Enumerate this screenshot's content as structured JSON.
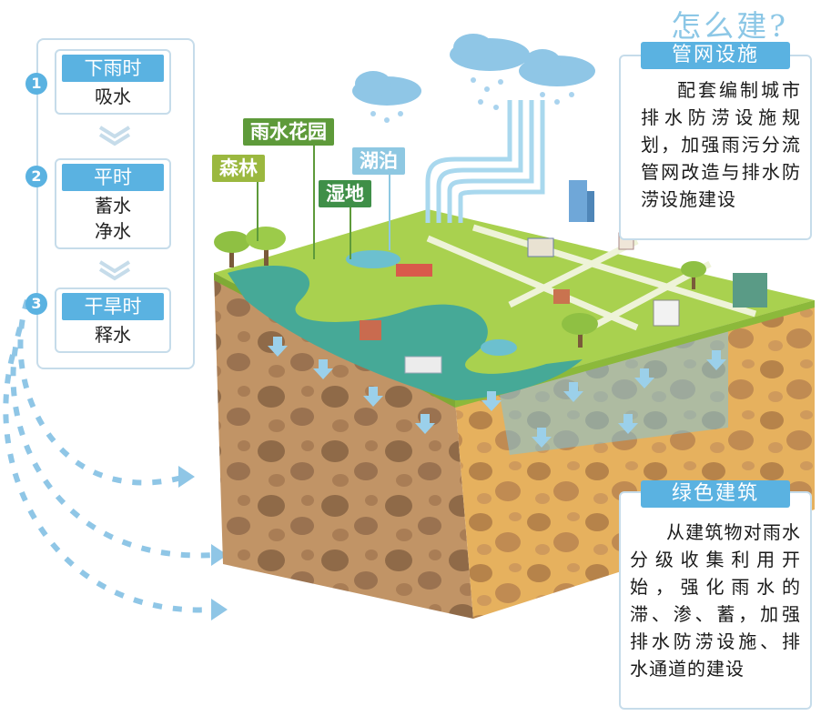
{
  "steps": [
    {
      "num": "1",
      "title": "下雨时",
      "body": "吸水"
    },
    {
      "num": "2",
      "title": "平时",
      "body": "蓄水\n净水"
    },
    {
      "num": "3",
      "title": "干旱时",
      "body": "释水"
    }
  ],
  "labels": {
    "rain_garden": "雨水花园",
    "forest": "森林",
    "lake": "湖泊",
    "wetland": "湿地"
  },
  "how": {
    "title": "怎么建?"
  },
  "pipe_network": {
    "heading": "管网设施",
    "text": "配套编制城市排水防涝设施规划，加强雨污分流管网改造与排水防涝设施建设"
  },
  "green_building": {
    "heading": "绿色建筑",
    "text": "从建筑物对雨水分级收集利用开始，强化雨水的滞、渗、蓄，加强排水防涝设施、排水通道的建设"
  },
  "colors": {
    "accent_blue": "#5ab2e1",
    "border_blue": "#c6dcea",
    "forest_tag": "#9bb83f",
    "garden_tag": "#5e9a3a",
    "wetland_tag": "#3f8f48",
    "lake_tag": "#8ec8e2",
    "soil_left": "#b88a5d",
    "soil_right": "#e3ad5a",
    "grass": "#a6cf4a",
    "water": "#3ea79f"
  },
  "icons": [
    "rain-cloud-icon",
    "chevron-down-icon",
    "down-arrow-icon",
    "building-icon",
    "tree-icon"
  ]
}
